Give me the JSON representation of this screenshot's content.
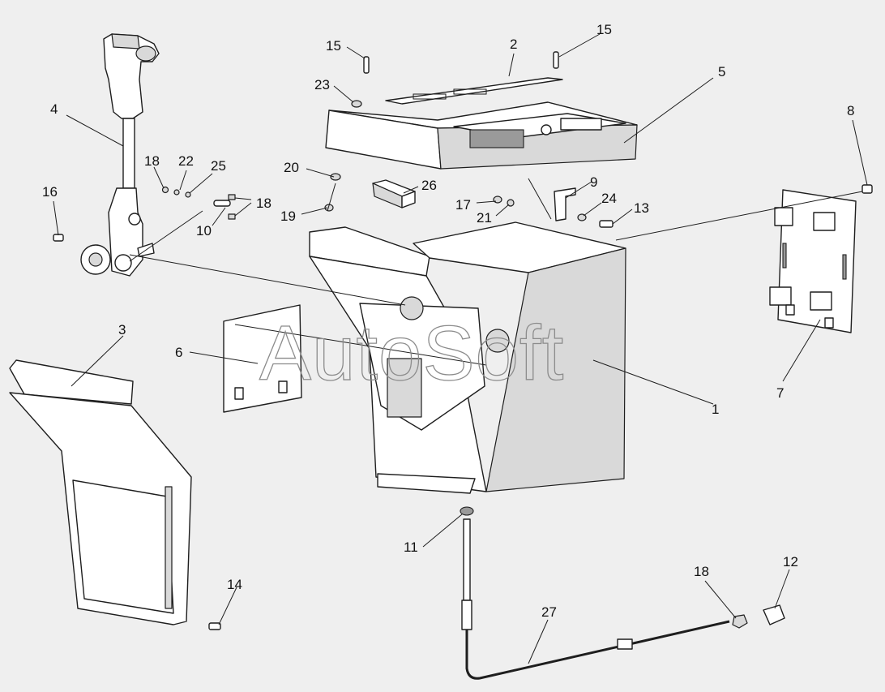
{
  "watermark": "AutoSoft",
  "callouts": [
    {
      "id": "c1",
      "label": "1"
    },
    {
      "id": "c2",
      "label": "2"
    },
    {
      "id": "c3",
      "label": "3"
    },
    {
      "id": "c4",
      "label": "4"
    },
    {
      "id": "c5",
      "label": "5"
    },
    {
      "id": "c6",
      "label": "6"
    },
    {
      "id": "c7",
      "label": "7"
    },
    {
      "id": "c8",
      "label": "8"
    },
    {
      "id": "c9",
      "label": "9"
    },
    {
      "id": "c10",
      "label": "10"
    },
    {
      "id": "c11",
      "label": "11"
    },
    {
      "id": "c12",
      "label": "12"
    },
    {
      "id": "c13",
      "label": "13"
    },
    {
      "id": "c14",
      "label": "14"
    },
    {
      "id": "c15a",
      "label": "15"
    },
    {
      "id": "c15b",
      "label": "15"
    },
    {
      "id": "c16",
      "label": "16"
    },
    {
      "id": "c17",
      "label": "17"
    },
    {
      "id": "c18a",
      "label": "18"
    },
    {
      "id": "c18b",
      "label": "18"
    },
    {
      "id": "c18c",
      "label": "18"
    },
    {
      "id": "c19",
      "label": "19"
    },
    {
      "id": "c20",
      "label": "20"
    },
    {
      "id": "c21",
      "label": "21"
    },
    {
      "id": "c22",
      "label": "22"
    },
    {
      "id": "c23",
      "label": "23"
    },
    {
      "id": "c24",
      "label": "24"
    },
    {
      "id": "c25",
      "label": "25"
    },
    {
      "id": "c26",
      "label": "26"
    },
    {
      "id": "c27",
      "label": "27"
    }
  ]
}
